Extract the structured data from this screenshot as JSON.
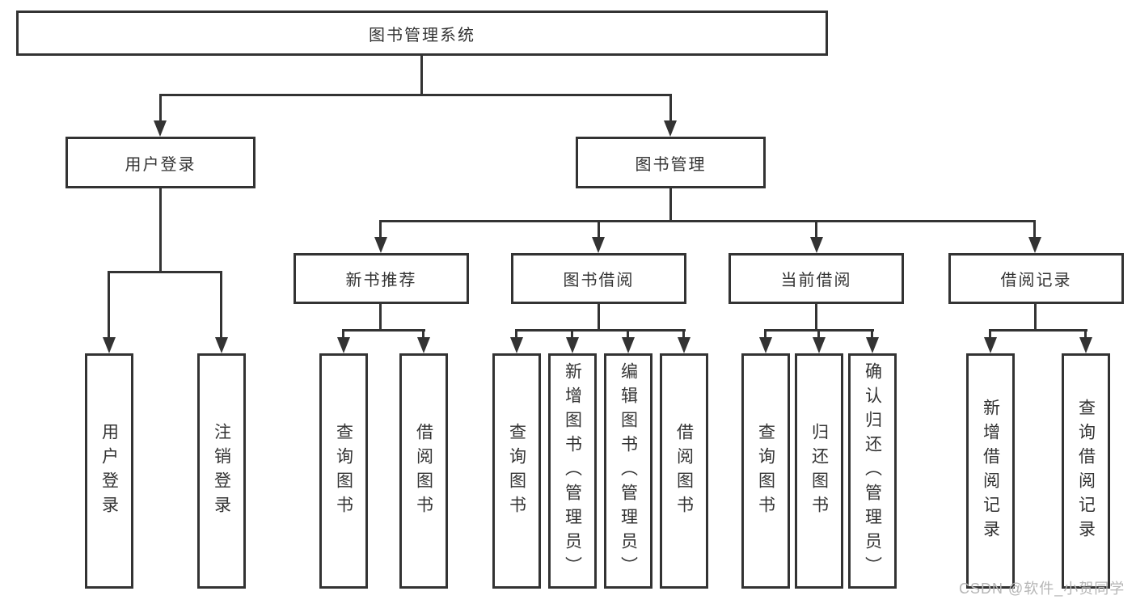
{
  "tree": {
    "root": {
      "label": "图书管理系统",
      "children": [
        {
          "label": "用户登录",
          "children": [
            {
              "label": "用户登录"
            },
            {
              "label": "注销登录"
            }
          ]
        },
        {
          "label": "图书管理",
          "children": [
            {
              "label": "新书推荐",
              "children": [
                {
                  "label": "查询图书"
                },
                {
                  "label": "借阅图书"
                }
              ]
            },
            {
              "label": "图书借阅",
              "children": [
                {
                  "label": "查询图书"
                },
                {
                  "label": "新增图书（管理员）"
                },
                {
                  "label": "编辑图书（管理员）"
                },
                {
                  "label": "借阅图书"
                }
              ]
            },
            {
              "label": "当前借阅",
              "children": [
                {
                  "label": "查询图书"
                },
                {
                  "label": "归还图书"
                },
                {
                  "label": "确认归还（管理员）"
                }
              ]
            },
            {
              "label": "借阅记录",
              "children": [
                {
                  "label": "新增借阅记录"
                },
                {
                  "label": "查询借阅记录"
                }
              ]
            }
          ]
        }
      ]
    }
  },
  "watermark": {
    "text": "CSDN @软件_小贺同学"
  },
  "colors": {
    "line": "#333333",
    "text": "#333333",
    "background": "#ffffff",
    "box_background": "#ffffff",
    "watermark": "#b5b5b5"
  }
}
